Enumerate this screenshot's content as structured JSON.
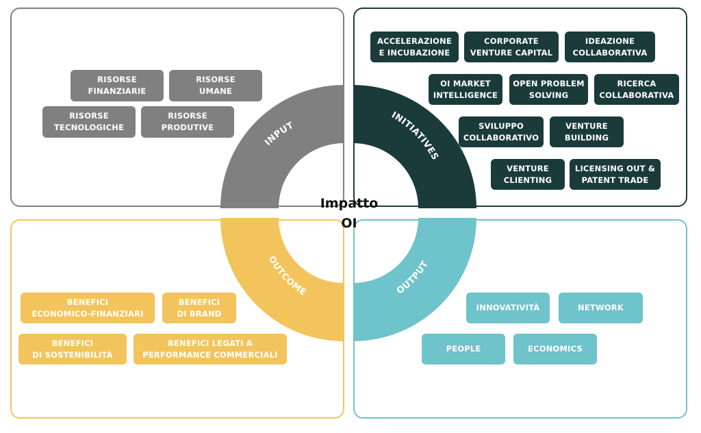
{
  "center": {
    "label": "Impatto\nOI"
  },
  "colors": {
    "input": "#808080",
    "initiatives": "#1b3b3b",
    "outcome": "#f3c45b",
    "output": "#6fc3ca"
  },
  "quadrants": {
    "input": {
      "label": "INPUT",
      "items": [
        "RISORSE\nFINANZIARIE",
        "RISORSE\nUMANE",
        "RISORSE\nTECNOLOGICHE",
        "RISORSE\nPRODUTIVE"
      ]
    },
    "initiatives": {
      "label": "INITIATIVES",
      "items": [
        "ACCELERAZIONE\nE INCUBAZIONE",
        "CORPORATE\nVENTURE CAPITAL",
        "IDEAZIONE\nCOLLABORATIVA",
        "OI MARKET\nINTELLIGENCE",
        "OPEN PROBLEM\nSOLVING",
        "RICERCA\nCOLLABORATIVA",
        "SVILUPPO\nCOLLABORATIVO",
        "VENTURE\nBUILDING",
        "VENTURE\nCLIENTING",
        "LICENSING OUT &\nPATENT TRADE"
      ]
    },
    "outcome": {
      "label": "OUTCOME",
      "items": [
        "BENEFICI\nECONOMICO-FINANZIARI",
        "BENEFICI\nDI BRAND",
        "BENEFICI\nDI SOSTENIBILITÀ",
        "BENEFICI LEGATI A\nPERFORMANCE COMMERCIALI"
      ]
    },
    "output": {
      "label": "OUTPUT",
      "items": [
        "INNOVATIVITÀ",
        "NETWORK",
        "PEOPLE",
        "ECONOMICS"
      ]
    }
  }
}
